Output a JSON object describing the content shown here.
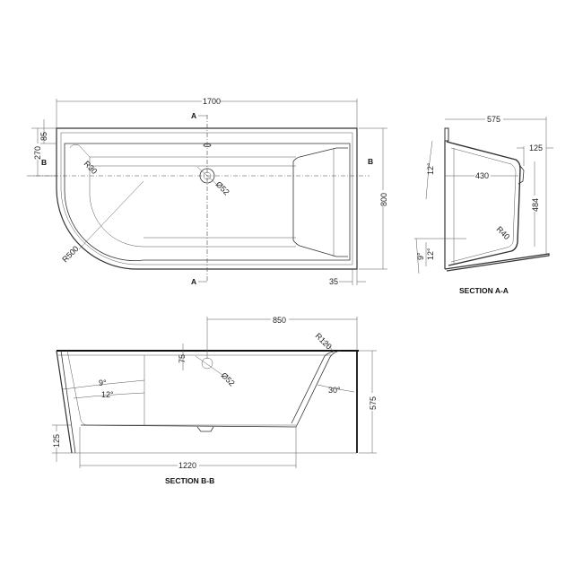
{
  "drawing": {
    "plan_view": {
      "overall_length": "1700",
      "overall_width": "800",
      "dim_top_offset": "85",
      "dim_centerline_offset": "270",
      "rim_offset": "35",
      "corner_radius": "R500",
      "inner_radius": "R30",
      "waste_diameter": "Ø52",
      "section_marker_a": "A",
      "section_marker_b": "B"
    },
    "section_a_a": {
      "title": "SECTION A-A",
      "overall_width": "575",
      "inner_width": "430",
      "lip": "125",
      "depth": "484",
      "radius": "R40",
      "angle_back": "12°",
      "angle_floor_1": "12°",
      "angle_floor_2": "9°"
    },
    "section_b_b": {
      "title": "SECTION B-B",
      "waste_position": "850",
      "overall_height": "575",
      "floor_length": "1220",
      "base_height": "125",
      "overflow_offset": "75",
      "waste_diameter": "Ø52",
      "corner_radius": "R120",
      "angle_end": "30°",
      "angle_1": "9°",
      "angle_2": "12°"
    }
  }
}
